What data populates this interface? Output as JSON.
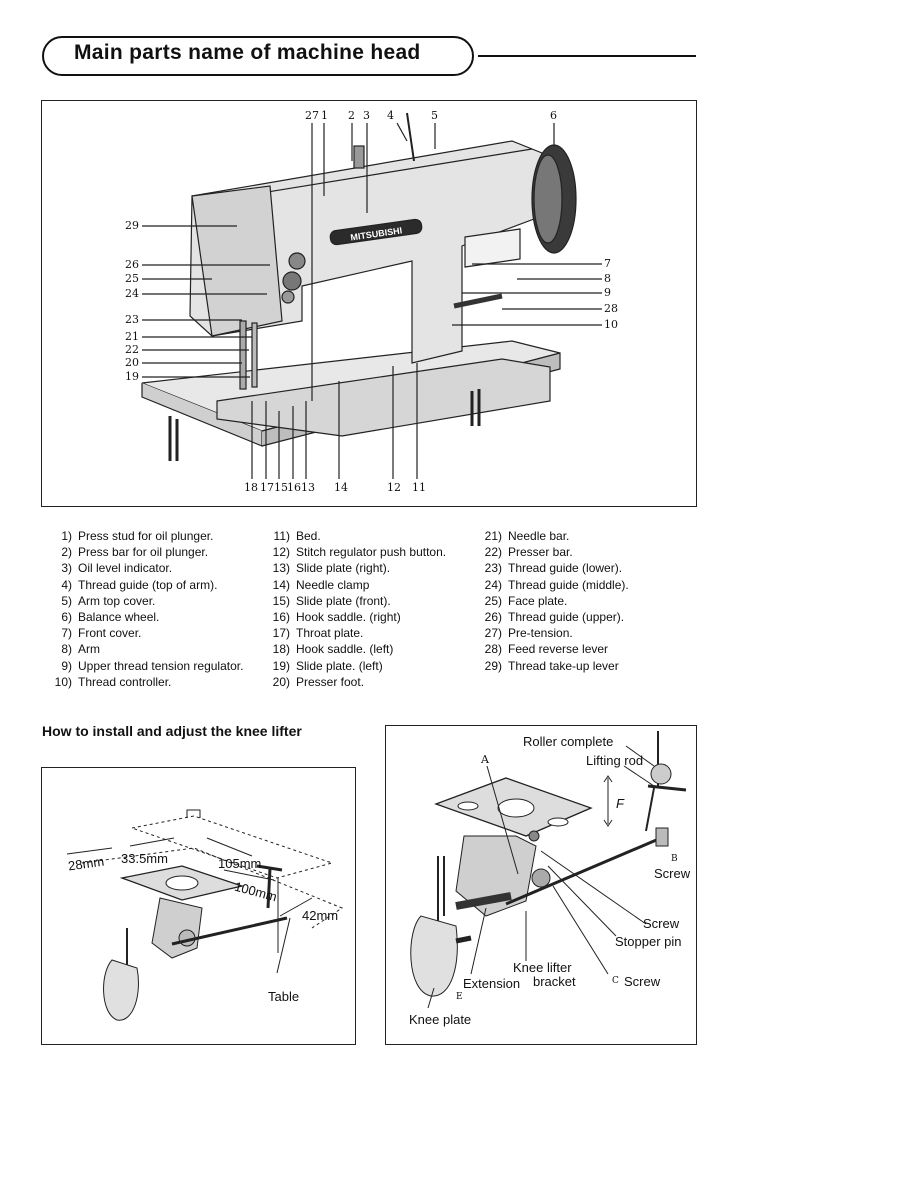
{
  "page": {
    "title": "Main parts name of machine head",
    "knee_heading": "How to install and adjust the knee lifter"
  },
  "machine_diagram": {
    "brand_plate": "MITSUBISHI",
    "callouts_top": [
      "27",
      "1",
      "2",
      "3",
      "4",
      "5",
      "6"
    ],
    "callouts_left": [
      "29",
      "26",
      "25",
      "24",
      "23",
      "21",
      "22",
      "20",
      "19"
    ],
    "callouts_right": [
      "7",
      "8",
      "9",
      "28",
      "10"
    ],
    "callouts_bottom": [
      "18",
      "17",
      "15",
      "16",
      "13",
      "14",
      "12",
      "11"
    ]
  },
  "parts": {
    "col1": [
      {
        "num": "1)",
        "name": "Press stud for oil plunger."
      },
      {
        "num": "2)",
        "name": "Press bar for oil plunger."
      },
      {
        "num": "3)",
        "name": "Oil level indicator."
      },
      {
        "num": "4)",
        "name": "Thread guide (top of arm)."
      },
      {
        "num": "5)",
        "name": "Arm top cover."
      },
      {
        "num": "6)",
        "name": "Balance wheel."
      },
      {
        "num": "7)",
        "name": "Front cover."
      },
      {
        "num": "8)",
        "name": "Arm"
      },
      {
        "num": "9)",
        "name": "Upper thread tension regulator."
      },
      {
        "num": "10)",
        "name": "Thread controller."
      }
    ],
    "col2": [
      {
        "num": "11)",
        "name": "Bed."
      },
      {
        "num": "12)",
        "name": "Stitch regulator push button."
      },
      {
        "num": "13)",
        "name": "Slide plate (right)."
      },
      {
        "num": "14)",
        "name": "Needle clamp"
      },
      {
        "num": "15)",
        "name": "Slide plate (front)."
      },
      {
        "num": "16)",
        "name": "Hook saddle. (right)"
      },
      {
        "num": "17)",
        "name": "Throat plate."
      },
      {
        "num": "18)",
        "name": "Hook saddle. (left)"
      },
      {
        "num": "19)",
        "name": "Slide plate. (left)"
      },
      {
        "num": "20)",
        "name": "Presser foot."
      }
    ],
    "col3": [
      {
        "num": "21)",
        "name": "Needle bar."
      },
      {
        "num": "22)",
        "name": "Presser bar."
      },
      {
        "num": "23)",
        "name": "Thread guide (lower)."
      },
      {
        "num": "24)",
        "name": "Thread guide (middle)."
      },
      {
        "num": "25)",
        "name": "Face plate."
      },
      {
        "num": "26)",
        "name": "Thread guide (upper)."
      },
      {
        "num": "27)",
        "name": "Pre-tension."
      },
      {
        "num": "28)",
        "name": "Feed reverse lever"
      },
      {
        "num": "29)",
        "name": "Thread take-up lever"
      }
    ]
  },
  "install_diagram": {
    "dim_28": "28mm",
    "dim_335": "33.5mm",
    "dim_105": "105mm",
    "dim_100": "100mm",
    "dim_42": "42mm",
    "table": "Table"
  },
  "adjust_diagram": {
    "roller": "Roller complete",
    "lifting_rod": "Lifting rod",
    "a": "A",
    "f": "F",
    "b": "B",
    "screw_b": "Screw",
    "screw": "Screw",
    "stopper": "Stopper pin",
    "knee_lifter": "Knee lifter",
    "bracket": "bracket",
    "extension": "Extension",
    "c": "C",
    "screw_c": "Screw",
    "e": "E",
    "knee_plate": "Knee plate"
  }
}
